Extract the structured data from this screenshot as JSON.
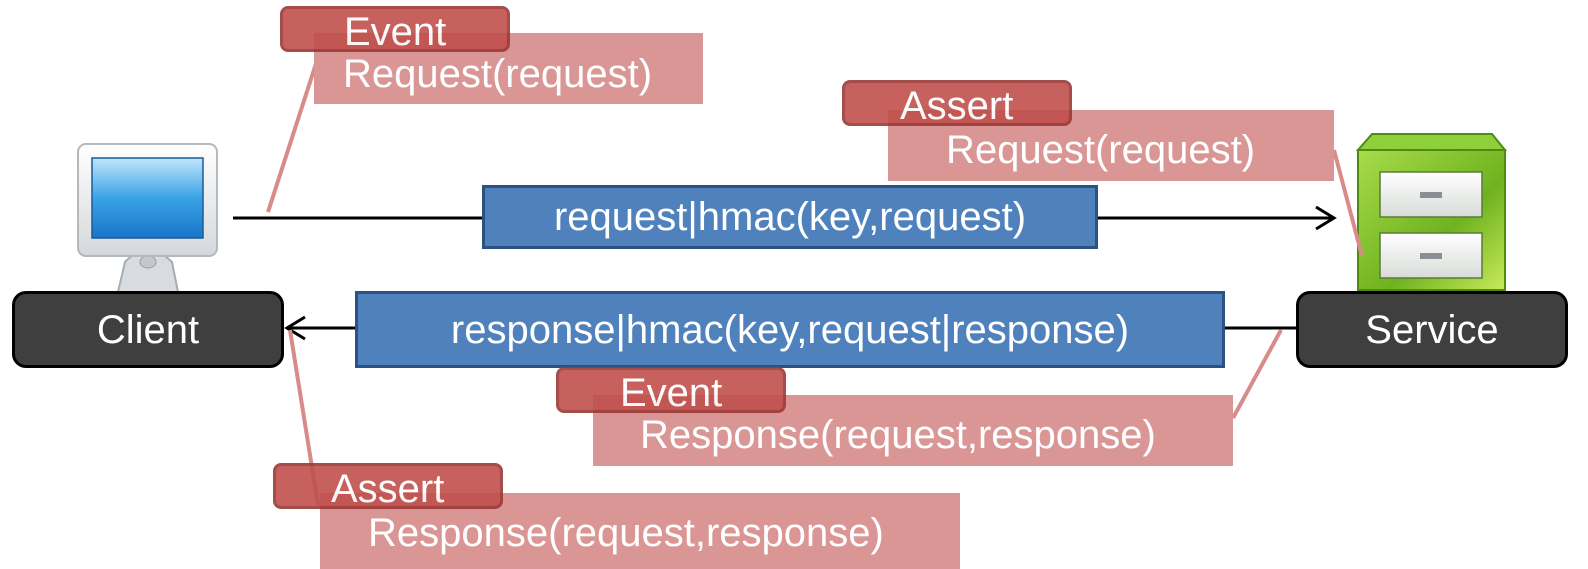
{
  "actors": {
    "client": "Client",
    "service": "Service"
  },
  "messages": {
    "request": "request|hmac(key,request)",
    "response": "response|hmac(key,request|response)"
  },
  "annotations": [
    {
      "kind": "Event",
      "label": "Request(request)"
    },
    {
      "kind": "Assert",
      "label": "Request(request)"
    },
    {
      "kind": "Event",
      "label": "Response(request,response)"
    },
    {
      "kind": "Assert",
      "label": "Response(request,response)"
    }
  ],
  "icons": {
    "client": "computer-monitor-icon",
    "service": "filing-cabinet-icon"
  },
  "colors": {
    "message_box": "#4f81bd",
    "actor_box": "#3f3f3f",
    "tag": "#c0504d",
    "tag_body": "#da9694"
  }
}
